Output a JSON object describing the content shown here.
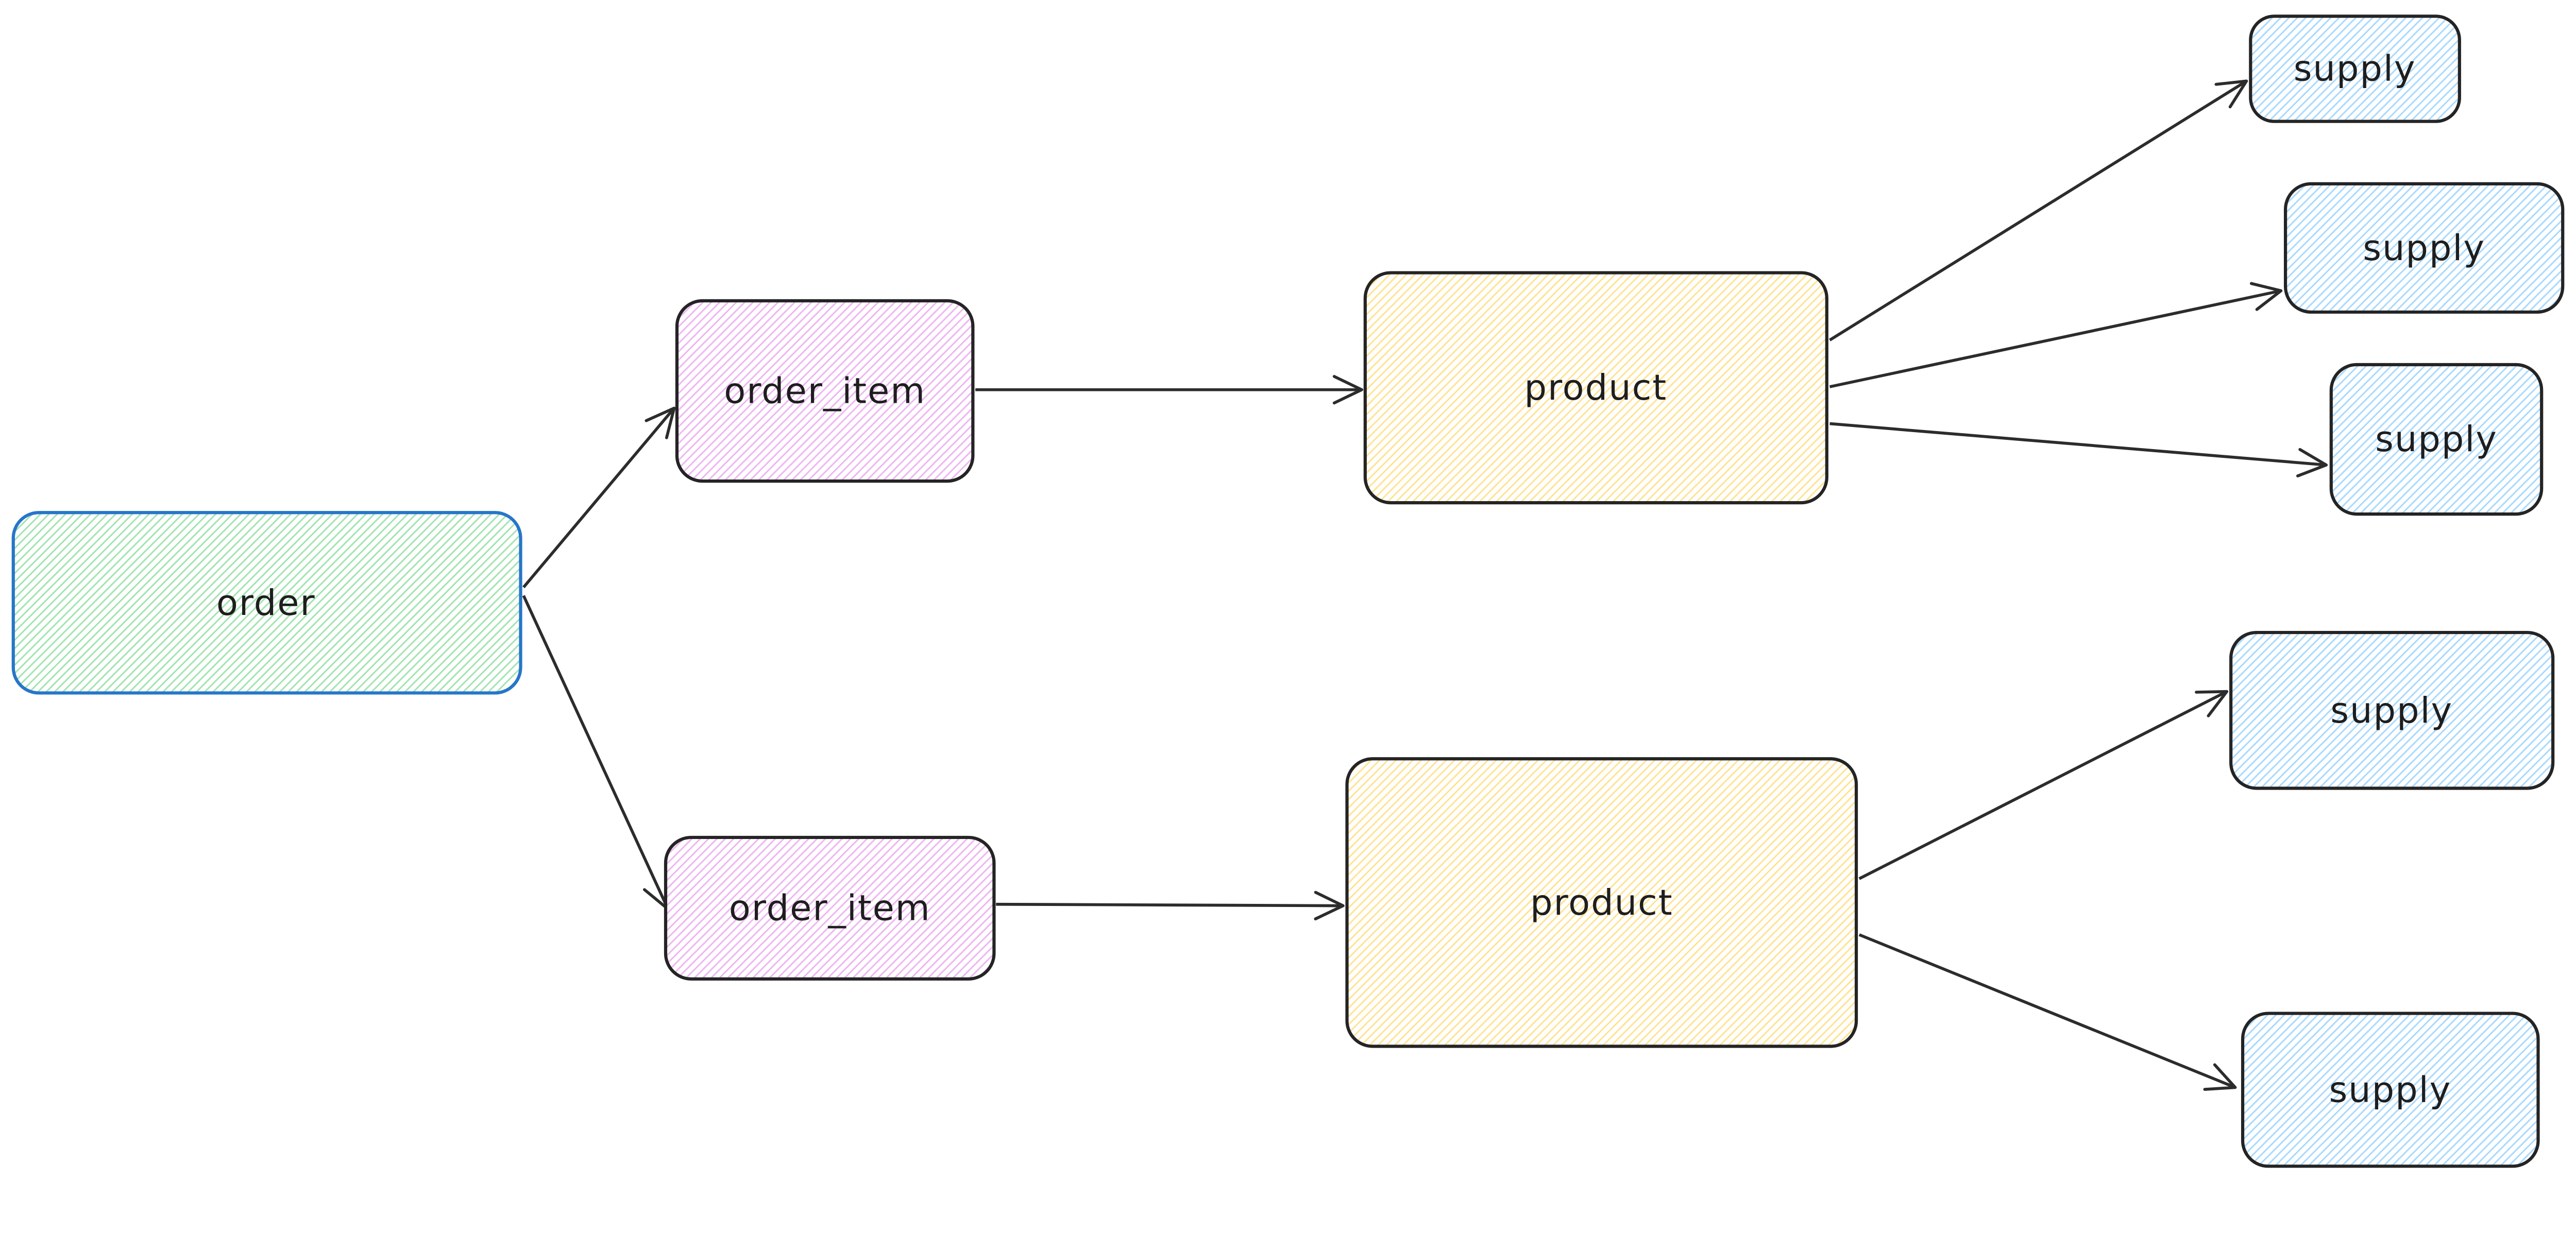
{
  "canvas": {
    "type": "entity-flow-diagram",
    "background": "#ffffff"
  },
  "colors": {
    "order_stroke": "#2676c9",
    "default_stroke": "#242424",
    "arrow": "#2c2c2c",
    "label": "#1e1e1e",
    "green_hatch": "#9ee3ae",
    "violet_hatch": "#eeb3f2",
    "yellow_hatch": "#ffe28f",
    "blue_hatch": "#a5d8ff"
  },
  "nodes": [
    {
      "id": "order",
      "label": "order",
      "fill": "green-hatch",
      "stroke": "#2676c9"
    },
    {
      "id": "order_item_top",
      "label": "order_item",
      "fill": "violet-hatch",
      "stroke": "#242424"
    },
    {
      "id": "order_item_bottom",
      "label": "order_item",
      "fill": "violet-hatch",
      "stroke": "#242424"
    },
    {
      "id": "product_top",
      "label": "product",
      "fill": "yellow-hatch",
      "stroke": "#242424"
    },
    {
      "id": "product_bottom",
      "label": "product",
      "fill": "yellow-hatch",
      "stroke": "#242424"
    },
    {
      "id": "supply_1",
      "label": "supply",
      "fill": "blue-hatch",
      "stroke": "#242424"
    },
    {
      "id": "supply_2",
      "label": "supply",
      "fill": "blue-hatch",
      "stroke": "#242424"
    },
    {
      "id": "supply_3",
      "label": "supply",
      "fill": "blue-hatch",
      "stroke": "#242424"
    },
    {
      "id": "supply_4",
      "label": "supply",
      "fill": "blue-hatch",
      "stroke": "#242424"
    },
    {
      "id": "supply_5",
      "label": "supply",
      "fill": "blue-hatch",
      "stroke": "#242424"
    }
  ],
  "edges": [
    {
      "from": "order",
      "to": "order_item_top"
    },
    {
      "from": "order",
      "to": "order_item_bottom"
    },
    {
      "from": "order_item_top",
      "to": "product_top"
    },
    {
      "from": "order_item_bottom",
      "to": "product_bottom"
    },
    {
      "from": "product_top",
      "to": "supply_1"
    },
    {
      "from": "product_top",
      "to": "supply_2"
    },
    {
      "from": "product_top",
      "to": "supply_3"
    },
    {
      "from": "product_bottom",
      "to": "supply_4"
    },
    {
      "from": "product_bottom",
      "to": "supply_5"
    }
  ]
}
